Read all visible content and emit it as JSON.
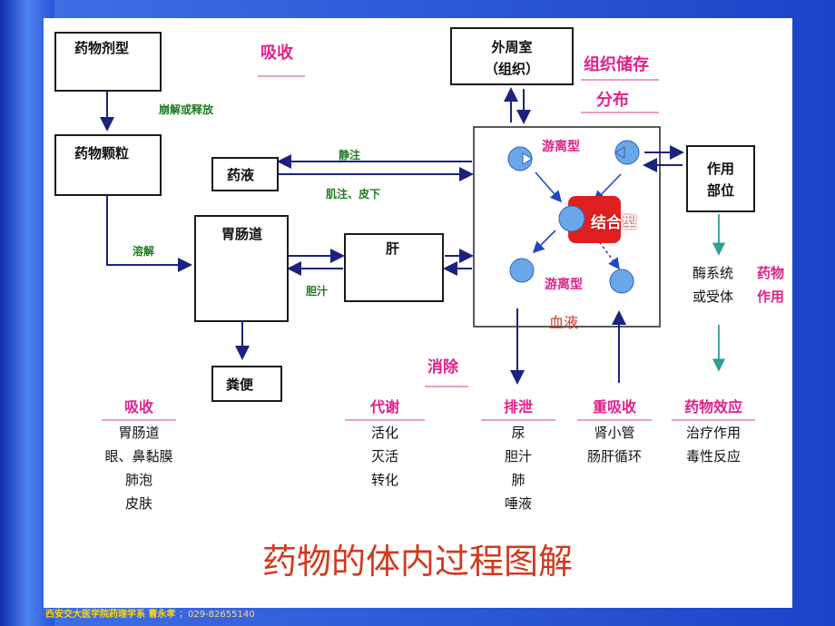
{
  "title": "药物的体内过程图解",
  "footer": {
    "org": "西安交大医学院药理学系 曹永孝",
    "phone": "；029-82655140"
  },
  "boxes": {
    "dosage_form": "药物剂型",
    "granules": "药物颗粒",
    "solution": "药液",
    "gi_tract": "胃肠道",
    "liver": "肝",
    "feces": "粪便",
    "peripheral_1": "外周室",
    "peripheral_2": "（组织）",
    "site_1": "作用",
    "site_2": "部位"
  },
  "labels": {
    "absorption_top": "吸收",
    "disintegrate": "崩解或释放",
    "dissolve": "溶解",
    "iv": "静注",
    "im_sc": "肌注、皮下",
    "bile": "胆汁",
    "tissue_storage": "组织储存",
    "distribution": "分布",
    "free_top": "游离型",
    "bound": "结合型",
    "free_bottom": "游离型",
    "blood": "血液",
    "elimination": "消除",
    "enzyme_1": "酶系统",
    "enzyme_2": "或受体",
    "drug_action_1": "药物",
    "drug_action_2": "作用"
  },
  "columns": [
    {
      "heading": "吸收",
      "items": [
        "胃肠道",
        "眼、鼻黏膜",
        "肺泡",
        "皮肤"
      ]
    },
    {
      "heading": "代谢",
      "items": [
        "活化",
        "灭活",
        "转化"
      ]
    },
    {
      "heading": "排泄",
      "items": [
        "尿",
        "胆汁",
        "肺",
        "唾液"
      ]
    },
    {
      "heading": "重吸收",
      "items": [
        "肾小管",
        "肠肝循环"
      ]
    },
    {
      "heading": "药物效应",
      "items": [
        "治疗作用",
        "毒性反应"
      ]
    }
  ],
  "colors": {
    "heading": "#e0218a",
    "arrow": "#1a237e",
    "teal_arrow": "#2aa198",
    "bound": "#e02020"
  }
}
